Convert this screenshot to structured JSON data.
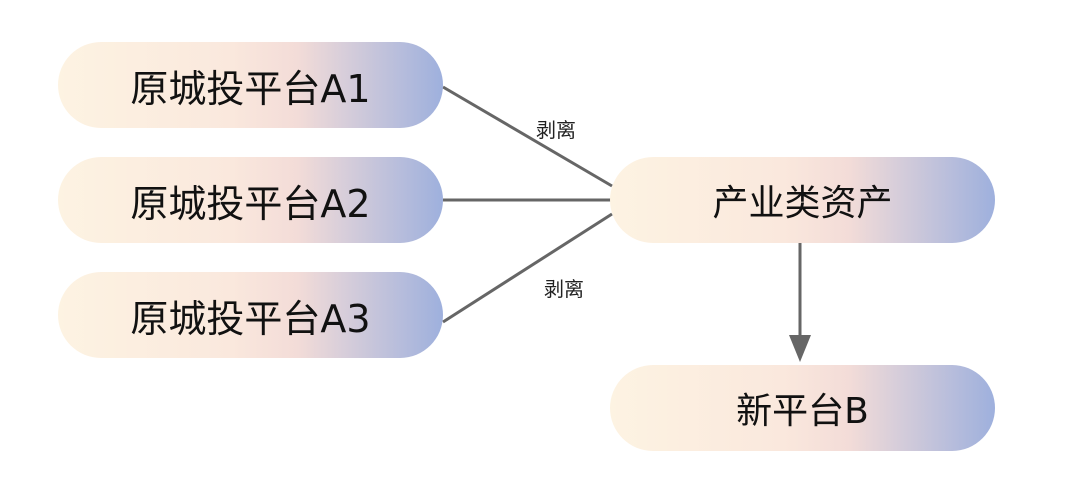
{
  "nodes": {
    "a1": "原城投平台A1",
    "a2": "原城投平台A2",
    "a3": "原城投平台A3",
    "industry": "产业类资产",
    "newB": "新平台B"
  },
  "edge_labels": {
    "top": "剥离",
    "bottom": "剥离"
  }
}
